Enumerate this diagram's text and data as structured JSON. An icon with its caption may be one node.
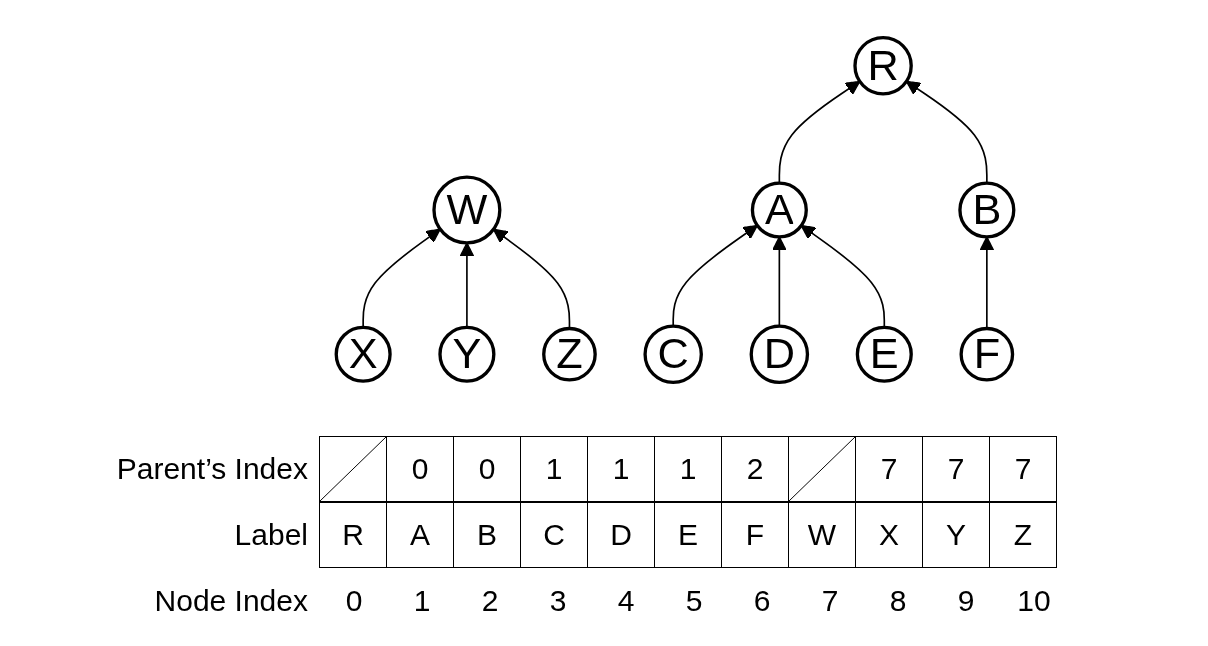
{
  "diagram": {
    "nodes": [
      {
        "text": [
          "R"
        ]
      },
      {
        "text": [
          "W"
        ]
      },
      {
        "text": [
          "A"
        ]
      },
      {
        "text": [
          "B"
        ]
      },
      {
        "text": [
          "X"
        ]
      },
      {
        "text": [
          "Y"
        ]
      },
      {
        "text": [
          "Z"
        ]
      },
      {
        "text": [
          "C"
        ]
      },
      {
        "text": [
          "D"
        ]
      },
      {
        "text": [
          "E"
        ]
      },
      {
        "text": [
          "F"
        ]
      }
    ],
    "edges": [
      {
        "from": 2,
        "to": 0,
        "arrow": "to"
      },
      {
        "from": 3,
        "to": 0,
        "arrow": "to"
      },
      {
        "from": 4,
        "to": 1,
        "arrow": "to"
      },
      {
        "from": 5,
        "to": 1,
        "arrow": "to"
      },
      {
        "from": 6,
        "to": 1,
        "arrow": "to"
      },
      {
        "from": 7,
        "to": 2,
        "arrow": "to"
      },
      {
        "from": 8,
        "to": 2,
        "arrow": "to"
      },
      {
        "from": 9,
        "to": 2,
        "arrow": "to"
      },
      {
        "from": 10,
        "to": 3,
        "arrow": "to"
      }
    ],
    "labels": [
      "Parent’s Index",
      "0",
      "0",
      "1",
      "1",
      "1",
      "2",
      "7",
      "7",
      "7",
      "Label",
      "R",
      "A",
      "B",
      "C",
      "D",
      "E",
      "F",
      "W",
      "X",
      "Y",
      "Z",
      "Node Index",
      "0",
      "1",
      "2",
      "3",
      "4",
      "5",
      "6",
      "7",
      "8",
      "9",
      "10"
    ]
  }
}
